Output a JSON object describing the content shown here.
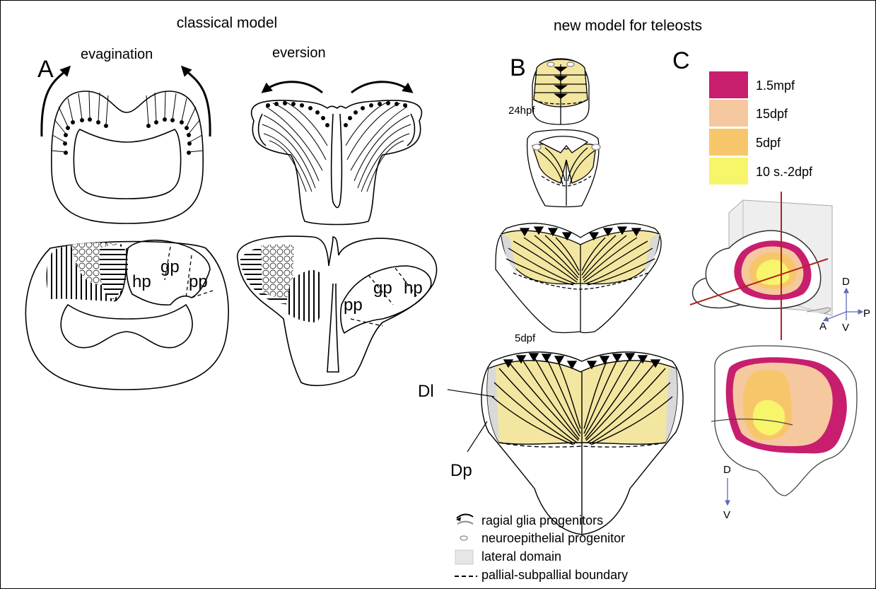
{
  "headings": {
    "classical": "classical model",
    "new": "new model for teleosts"
  },
  "panels": {
    "a": "A",
    "b": "B",
    "c": "C"
  },
  "subheadings": {
    "evagination": "evagination",
    "eversion": "eversion"
  },
  "region_labels": {
    "left": {
      "hp": "hp",
      "gp": "gp",
      "pp": "pp"
    },
    "right": {
      "pp": "pp",
      "gp": "gp",
      "hp": "hp"
    }
  },
  "stage_labels": {
    "s24": "24hpf",
    "s5": "5dpf"
  },
  "callouts": {
    "dl": "Dl",
    "dp": "Dp"
  },
  "age_legend": [
    {
      "label": "1.5mpf",
      "color": "#c81e6e"
    },
    {
      "label": "15dpf",
      "color": "#f5c8a0"
    },
    {
      "label": "5dpf",
      "color": "#f8c66a"
    },
    {
      "label": "10 s.-2dpf",
      "color": "#f7f56a"
    }
  ],
  "axes": {
    "top": {
      "d": "D",
      "a": "A",
      "v": "V",
      "p": "P"
    },
    "bottom": {
      "d": "D",
      "v": "V"
    }
  },
  "legend": [
    {
      "label": "ragial glia progenitors",
      "icon": "radial-glia-icon"
    },
    {
      "label": "neuroepithelial progenitor",
      "icon": "neuroepithelial-icon"
    },
    {
      "label": "lateral domain",
      "icon": "grey-square-icon"
    },
    {
      "label": "pallial-subpallial boundary",
      "icon": "dashed-line-icon"
    }
  ],
  "colors": {
    "yellow_fill": "#f3e6a0",
    "lateral_grey": "#d9d9d9",
    "magenta": "#c81e6e"
  }
}
